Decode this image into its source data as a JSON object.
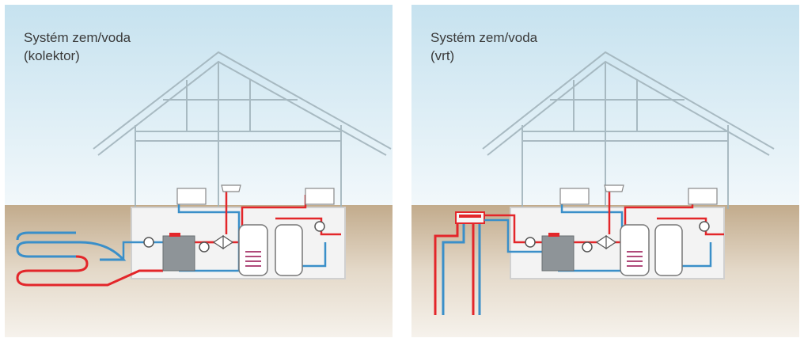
{
  "panels": [
    {
      "title": "Systém zem/voda",
      "subtitle": "(kolektor)",
      "variant": "collector"
    },
    {
      "title": "Systém zem/voda",
      "subtitle": "(vrt)",
      "variant": "borehole"
    }
  ],
  "colors": {
    "sky_top": "#cde6f1",
    "sky_bottom": "#f4f9fb",
    "ground": "#cbb79c",
    "house_line": "#9fb1b9",
    "basement": "#f1f1f1",
    "hot_pipe": "#e3262a",
    "cold_pipe": "#3a8fc9",
    "unit": "#8e9498"
  }
}
